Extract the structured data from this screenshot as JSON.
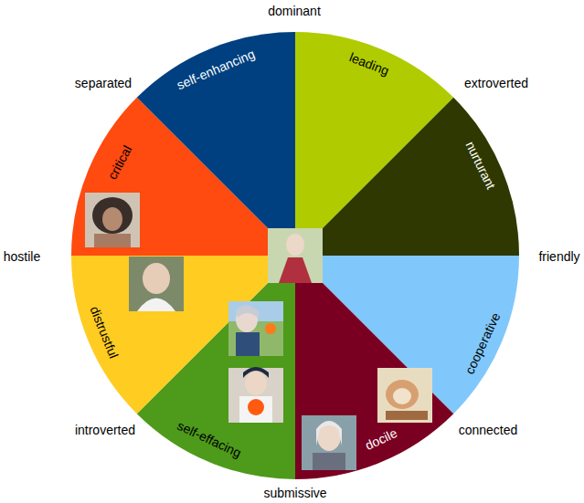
{
  "diagram": {
    "nodes": [
      {
        "text": [
          "leading"
        ]
      },
      {
        "text": [
          "nurturant"
        ]
      },
      {
        "text": [
          "cooperative"
        ]
      },
      {
        "text": [
          "docile"
        ]
      },
      {
        "text": [
          "self-effacing"
        ]
      },
      {
        "text": [
          "distrustful"
        ]
      },
      {
        "text": [
          "critical"
        ]
      },
      {
        "text": [
          "self-enhancing"
        ]
      }
    ],
    "labels": [
      "dominant",
      "extroverted",
      "friendly",
      "connected",
      "submissive",
      "introverted",
      "hostile",
      "separated"
    ]
  }
}
